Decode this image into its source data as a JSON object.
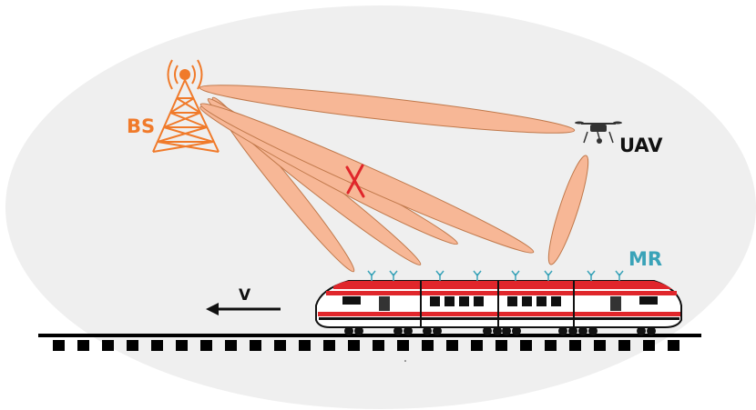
{
  "labels": {
    "bs": "BS",
    "uav": "UAV",
    "mr": "MR",
    "velocity": "V"
  },
  "colors": {
    "background_ellipse": "#efefef",
    "beam_fill": "#f7b796",
    "beam_stroke": "#c0784a",
    "bs": "#f07a2a",
    "mr": "#3aa3b8",
    "blocked_mark": "#e0262b",
    "train_red": "#e0262b",
    "rail": "#000000"
  },
  "icons": {
    "base_station": "radio-tower-icon",
    "uav": "drone-icon",
    "mobile_relay": "train-icon",
    "blocked": "x-mark-icon",
    "antenna": "antenna-icon"
  }
}
